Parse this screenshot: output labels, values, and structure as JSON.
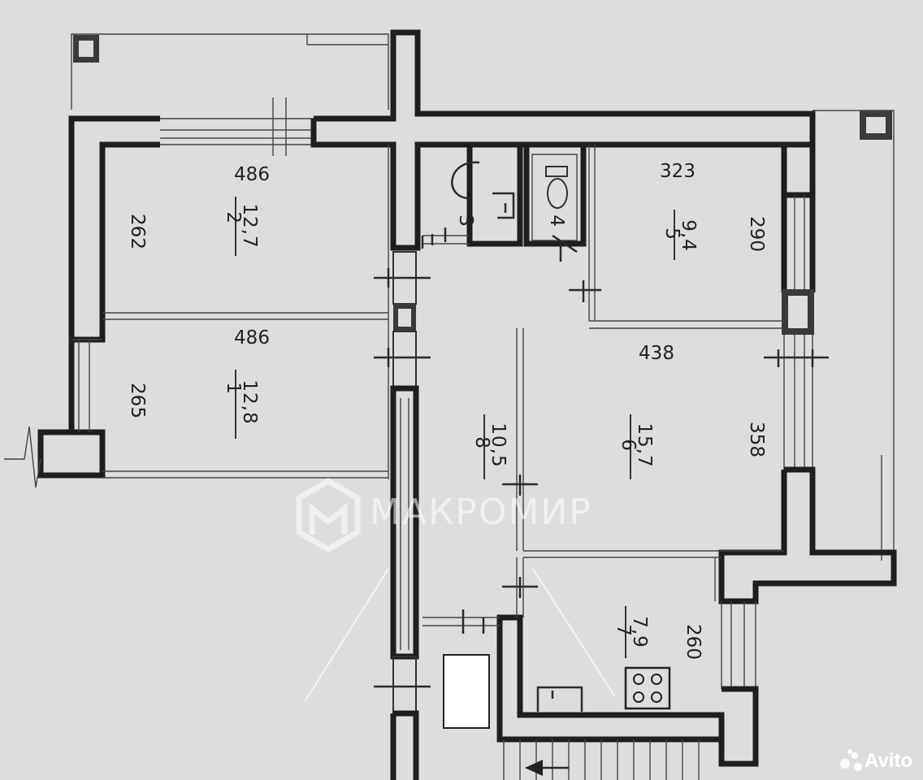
{
  "rooms": [
    {
      "id": "1",
      "area": "12,8",
      "dims": [
        "486",
        "265"
      ]
    },
    {
      "id": "2",
      "area": "12,7",
      "dims": [
        "486",
        "262"
      ]
    },
    {
      "id": "3",
      "area": "",
      "dims": []
    },
    {
      "id": "4",
      "area": "",
      "dims": []
    },
    {
      "id": "5",
      "area": "9,4",
      "dims": [
        "323",
        "290"
      ]
    },
    {
      "id": "6",
      "area": "15,7",
      "dims": [
        "438",
        "358"
      ]
    },
    {
      "id": "7",
      "area": "7,9",
      "dims": [
        "260"
      ]
    },
    {
      "id": "8",
      "area": "10,5",
      "dims": []
    }
  ],
  "watermark": {
    "brand": "МАКРОМИР"
  },
  "badge": {
    "site": "Avito"
  }
}
